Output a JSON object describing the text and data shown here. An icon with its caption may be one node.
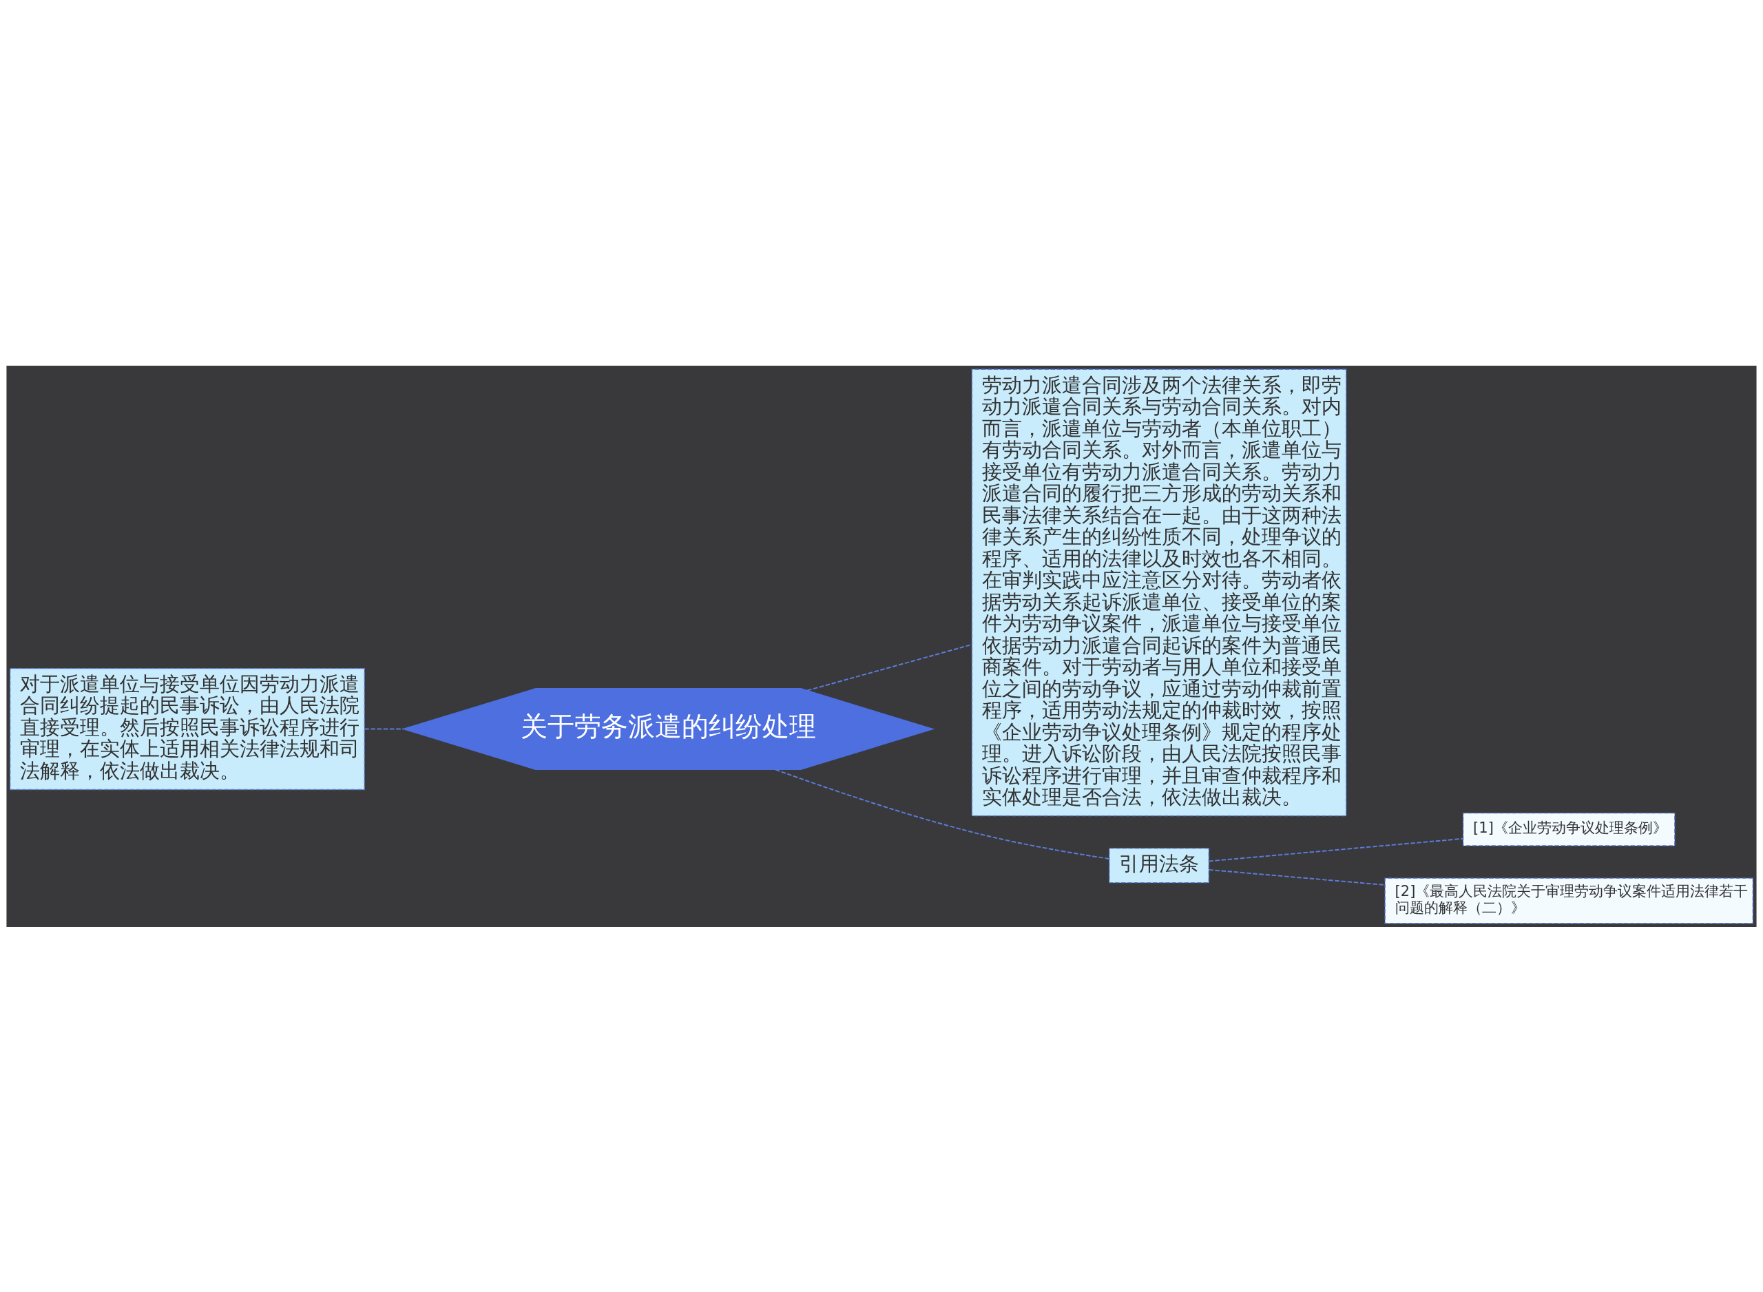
{
  "diagram": {
    "nodes": [
      {
        "text": [
          "关于劳务派遣的纠纷处理"
        ]
      },
      {
        "text": [
          "对于派遣单位与接受单位因劳动力派遣合同纠纷提起的民事诉讼，由人民法院直接受理。然后按照民事诉讼程序进行审理，在实体上适用相关法律法规和司法解释，依法做出裁决。"
        ]
      },
      {
        "text": [
          "劳动力派遣合同涉及两个法律关系，即劳动力派遣合同关系与劳动合同关系。对内而言，派遣单位与劳动者（本单位职工）有劳动合同关系。对外而言，派遣单位与接受单位有劳动力派遣合同关系。劳动力派遣合同的履行把三方形成的劳动关系和民事法律关系结合在一起。由于这两种法律关系产生的纠纷性质不同，处理争议的程序、适用的法律以及时效也各不相同。在审判实践中应注意区分对待。劳动者依据劳动关系起诉派遣单位、接受单位的案件为劳动争议案件，派遣单位与接受单位依据劳动力派遣合同起诉的案件为普通民商案件。对于劳动者与用人单位和接受单位之间的劳动争议，应通过劳动仲裁前置程序，适用劳动法规定的仲裁时效，按照《企业劳动争议处理条例》规定的程序处理。进入诉讼阶段，由人民法院按照民事诉讼程序进行审理，并且审查仲裁程序和实体处理是否合法，依法做出裁决。"
        ]
      },
      {
        "text": [
          "引用法条"
        ]
      },
      {
        "text": [
          "[1]《企业劳动争议处理条例》"
        ]
      },
      {
        "text": [
          "[2]《最高人民法院关于审理劳动争议案件适用法律若干问题的解释（二）》"
        ]
      }
    ],
    "edges": [
      {
        "from": 1,
        "to": 0,
        "arrow": "none",
        "style": "dashed"
      },
      {
        "from": 0,
        "to": 2,
        "arrow": "none",
        "style": "dashed"
      },
      {
        "from": 0,
        "to": 3,
        "arrow": "none",
        "style": "dashed"
      },
      {
        "from": 3,
        "to": 4,
        "arrow": "none",
        "style": "dashed"
      },
      {
        "from": 3,
        "to": 5,
        "arrow": "none",
        "style": "dashed"
      }
    ]
  }
}
